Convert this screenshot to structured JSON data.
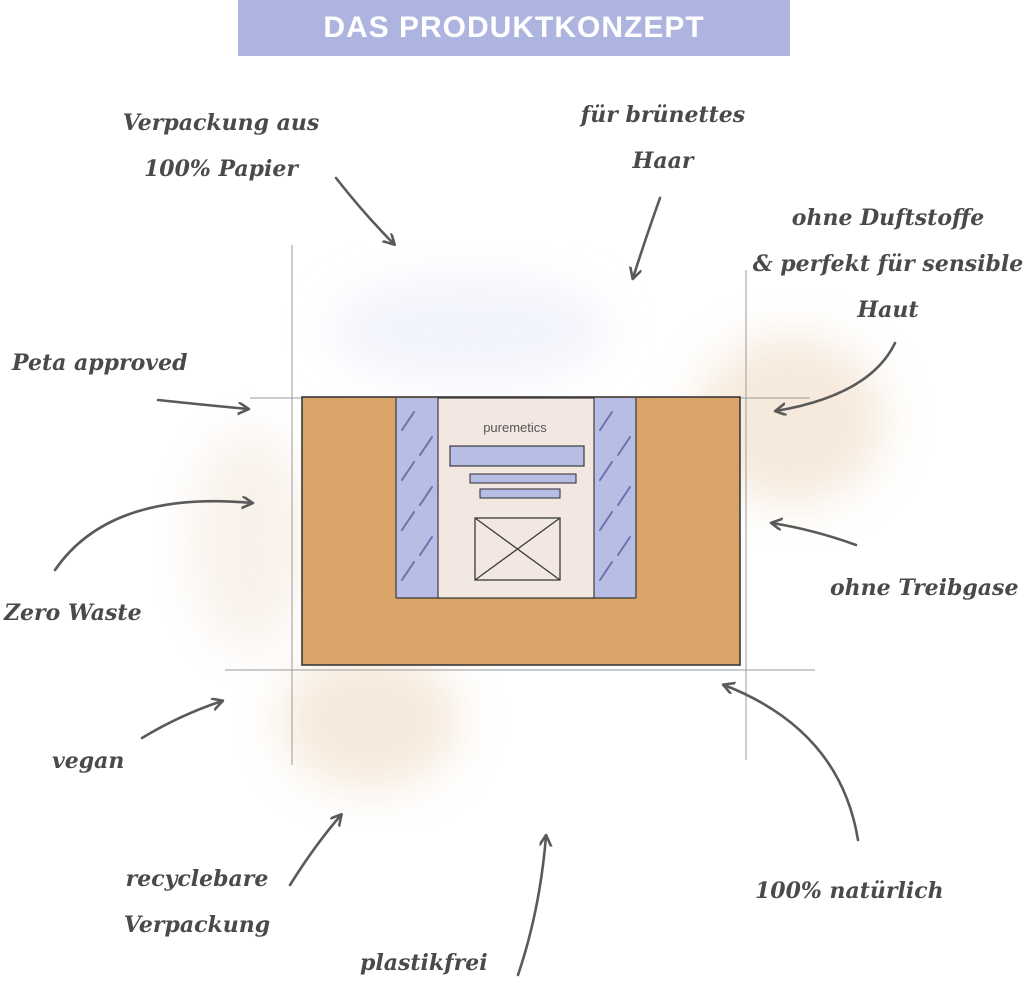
{
  "banner": {
    "title": "DAS PRODUKTKONZEPT"
  },
  "brand": "puremetics",
  "labels": {
    "packaging_paper": [
      "Verpackung aus",
      "100% Papier"
    ],
    "brunette": [
      "für brünettes",
      "Haar"
    ],
    "fragrance_free": [
      "ohne Duftstoffe",
      "& perfekt für sensible",
      "Haut"
    ],
    "peta": [
      "Peta approved"
    ],
    "zero_waste": [
      "Zero Waste"
    ],
    "propellant_free": [
      "ohne Treibgase"
    ],
    "vegan": [
      "vegan"
    ],
    "recyclable": [
      "recyclebare",
      "Verpackung"
    ],
    "plastic_free": [
      "plastikfrei"
    ],
    "natural": [
      "100% natürlich"
    ]
  },
  "colors": {
    "banner": "#aeb4e0",
    "kraft": "#d9a467",
    "lavender": "#b8bde6",
    "paper": "#f3e7e2",
    "text": "#4a4a4a"
  }
}
